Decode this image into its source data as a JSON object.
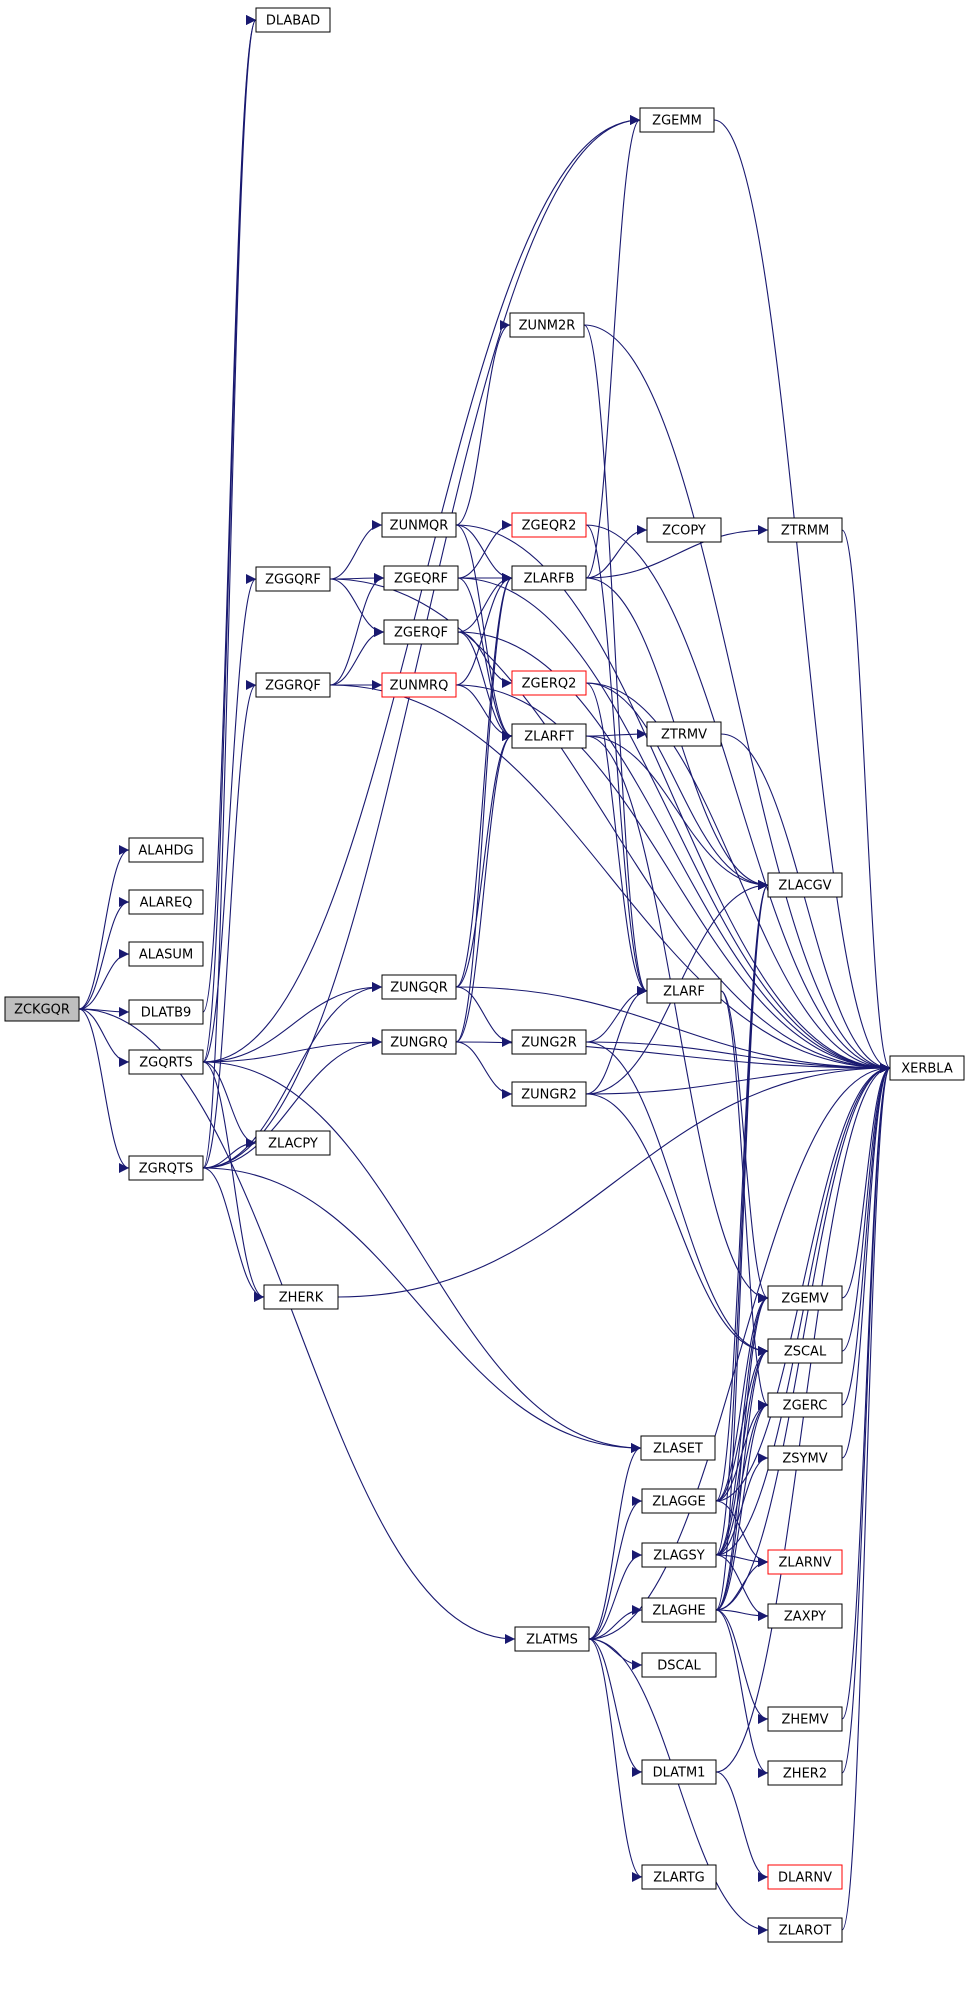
{
  "colors": {
    "edge": "#191970",
    "root_fill": "#bfbfbf",
    "box_border": "#000000",
    "error_border": "#ff0000",
    "background": "#ffffff"
  },
  "nodes": {
    "ZCKGQR": {
      "label": "ZCKGQR",
      "root": true
    },
    "ALAHDG": {
      "label": "ALAHDG"
    },
    "ALAREQ": {
      "label": "ALAREQ"
    },
    "ALASUM": {
      "label": "ALASUM"
    },
    "DLATB9": {
      "label": "DLATB9"
    },
    "ZGQRTS": {
      "label": "ZGQRTS"
    },
    "ZGRQTS": {
      "label": "ZGRQTS"
    },
    "DLABAD": {
      "label": "DLABAD"
    },
    "ZGEMM": {
      "label": "ZGEMM"
    },
    "ZUNM2R": {
      "label": "ZUNM2R"
    },
    "ZUNMQR": {
      "label": "ZUNMQR"
    },
    "ZGEQR2": {
      "label": "ZGEQR2",
      "red": true
    },
    "ZCOPY": {
      "label": "ZCOPY"
    },
    "ZTRMM": {
      "label": "ZTRMM"
    },
    "ZGGQRF": {
      "label": "ZGGQRF"
    },
    "ZGEQRF": {
      "label": "ZGEQRF"
    },
    "ZLARFB": {
      "label": "ZLARFB"
    },
    "ZGERQF": {
      "label": "ZGERQF"
    },
    "ZGGRQF": {
      "label": "ZGGRQF"
    },
    "ZUNMRQ": {
      "label": "ZUNMRQ",
      "red": true
    },
    "ZGERQ2": {
      "label": "ZGERQ2",
      "red": true
    },
    "ZLARFT": {
      "label": "ZLARFT"
    },
    "ZTRMV": {
      "label": "ZTRMV"
    },
    "ZLACGV": {
      "label": "ZLACGV"
    },
    "ZUNGQR": {
      "label": "ZUNGQR"
    },
    "ZLARF": {
      "label": "ZLARF"
    },
    "ZUNGRQ": {
      "label": "ZUNGRQ"
    },
    "ZUNG2R": {
      "label": "ZUNG2R"
    },
    "XERBLA": {
      "label": "XERBLA"
    },
    "ZUNGR2": {
      "label": "ZUNGR2"
    },
    "ZLACPY": {
      "label": "ZLACPY"
    },
    "ZHERK": {
      "label": "ZHERK"
    },
    "ZGEMV": {
      "label": "ZGEMV"
    },
    "ZSCAL": {
      "label": "ZSCAL"
    },
    "ZGERC": {
      "label": "ZGERC"
    },
    "ZLASET": {
      "label": "ZLASET"
    },
    "ZSYMV": {
      "label": "ZSYMV"
    },
    "ZLAGGE": {
      "label": "ZLAGGE"
    },
    "ZLAGSY": {
      "label": "ZLAGSY"
    },
    "ZLARNV": {
      "label": "ZLARNV",
      "red": true
    },
    "ZLAGHE": {
      "label": "ZLAGHE"
    },
    "ZAXPY": {
      "label": "ZAXPY"
    },
    "ZLATMS": {
      "label": "ZLATMS"
    },
    "DSCAL": {
      "label": "DSCAL"
    },
    "ZHEMV": {
      "label": "ZHEMV"
    },
    "ZHER2": {
      "label": "ZHER2"
    },
    "DLATM1": {
      "label": "DLATM1"
    },
    "DLARNV": {
      "label": "DLARNV",
      "red": true
    },
    "ZLARTG": {
      "label": "ZLARTG"
    },
    "ZLAROT": {
      "label": "ZLAROT"
    }
  },
  "edges": [
    [
      "ZCKGQR",
      "ALAHDG"
    ],
    [
      "ZCKGQR",
      "ALAREQ"
    ],
    [
      "ZCKGQR",
      "ALASUM"
    ],
    [
      "ZCKGQR",
      "DLATB9"
    ],
    [
      "ZCKGQR",
      "ZGQRTS"
    ],
    [
      "ZCKGQR",
      "ZGRQTS"
    ],
    [
      "ZCKGQR",
      "ZLATMS"
    ],
    [
      "DLATB9",
      "DLABAD"
    ],
    [
      "ZGQRTS",
      "DLABAD"
    ],
    [
      "ZGQRTS",
      "ZGEMM"
    ],
    [
      "ZGQRTS",
      "ZGGQRF"
    ],
    [
      "ZGQRTS",
      "ZUNGQR"
    ],
    [
      "ZGQRTS",
      "ZUNGRQ"
    ],
    [
      "ZGQRTS",
      "ZLACPY"
    ],
    [
      "ZGQRTS",
      "ZHERK"
    ],
    [
      "ZGQRTS",
      "ZLASET"
    ],
    [
      "ZGRQTS",
      "DLABAD"
    ],
    [
      "ZGRQTS",
      "ZGEMM"
    ],
    [
      "ZGRQTS",
      "ZGGRQF"
    ],
    [
      "ZGRQTS",
      "ZUNGQR"
    ],
    [
      "ZGRQTS",
      "ZUNGRQ"
    ],
    [
      "ZGRQTS",
      "ZLACPY"
    ],
    [
      "ZGRQTS",
      "ZHERK"
    ],
    [
      "ZGRQTS",
      "ZLASET"
    ],
    [
      "ZGGQRF",
      "ZUNMQR"
    ],
    [
      "ZGGQRF",
      "ZGEQRF"
    ],
    [
      "ZGGQRF",
      "ZGERQF"
    ],
    [
      "ZGGQRF",
      "XERBLA"
    ],
    [
      "ZGGRQF",
      "ZGEQRF"
    ],
    [
      "ZGGRQF",
      "ZGERQF"
    ],
    [
      "ZGGRQF",
      "ZUNMRQ"
    ],
    [
      "ZGGRQF",
      "XERBLA"
    ],
    [
      "ZUNMQR",
      "ZUNM2R"
    ],
    [
      "ZUNMQR",
      "ZLARFB"
    ],
    [
      "ZUNMQR",
      "ZLARFT"
    ],
    [
      "ZUNMQR",
      "XERBLA"
    ],
    [
      "ZGEQRF",
      "ZGEQR2"
    ],
    [
      "ZGEQRF",
      "ZLARFB"
    ],
    [
      "ZGEQRF",
      "ZLARFT"
    ],
    [
      "ZGEQRF",
      "XERBLA"
    ],
    [
      "ZGERQF",
      "ZLARFB"
    ],
    [
      "ZGERQF",
      "ZGERQ2"
    ],
    [
      "ZGERQF",
      "ZLARFT"
    ],
    [
      "ZGERQF",
      "XERBLA"
    ],
    [
      "ZUNMRQ",
      "ZLARFB"
    ],
    [
      "ZUNMRQ",
      "ZLARFT"
    ],
    [
      "ZUNMRQ",
      "XERBLA"
    ],
    [
      "ZUNM2R",
      "ZLARF"
    ],
    [
      "ZUNM2R",
      "XERBLA"
    ],
    [
      "ZGEQR2",
      "ZLARF"
    ],
    [
      "ZGEQR2",
      "XERBLA"
    ],
    [
      "ZGERQ2",
      "ZLACGV"
    ],
    [
      "ZGERQ2",
      "ZLARF"
    ],
    [
      "ZGERQ2",
      "XERBLA"
    ],
    [
      "ZLARFB",
      "ZGEMM"
    ],
    [
      "ZLARFB",
      "ZCOPY"
    ],
    [
      "ZLARFB",
      "ZTRMM"
    ],
    [
      "ZLARFB",
      "ZLACGV"
    ],
    [
      "ZLARFT",
      "ZTRMV"
    ],
    [
      "ZLARFT",
      "ZLACGV"
    ],
    [
      "ZLARFT",
      "ZGEMV"
    ],
    [
      "ZTRMM",
      "XERBLA"
    ],
    [
      "ZTRMV",
      "XERBLA"
    ],
    [
      "ZGEMM",
      "XERBLA"
    ],
    [
      "ZUNGQR",
      "ZLARFB"
    ],
    [
      "ZUNGQR",
      "ZLARFT"
    ],
    [
      "ZUNGQR",
      "ZUNG2R"
    ],
    [
      "ZUNGQR",
      "XERBLA"
    ],
    [
      "ZUNGRQ",
      "ZLARFB"
    ],
    [
      "ZUNGRQ",
      "ZLARFT"
    ],
    [
      "ZUNGRQ",
      "ZUNGR2"
    ],
    [
      "ZUNGRQ",
      "XERBLA"
    ],
    [
      "ZUNG2R",
      "ZLARF"
    ],
    [
      "ZUNG2R",
      "ZSCAL"
    ],
    [
      "ZUNG2R",
      "XERBLA"
    ],
    [
      "ZUNGR2",
      "ZLARF"
    ],
    [
      "ZUNGR2",
      "ZLACGV"
    ],
    [
      "ZUNGR2",
      "ZSCAL"
    ],
    [
      "ZUNGR2",
      "XERBLA"
    ],
    [
      "ZLARF",
      "ZGEMV"
    ],
    [
      "ZLARF",
      "ZGERC"
    ],
    [
      "ZHERK",
      "XERBLA"
    ],
    [
      "ZGEMV",
      "XERBLA"
    ],
    [
      "ZSCAL",
      "XERBLA"
    ],
    [
      "ZGERC",
      "XERBLA"
    ],
    [
      "ZSYMV",
      "XERBLA"
    ],
    [
      "ZLATMS",
      "ZLASET"
    ],
    [
      "ZLATMS",
      "ZLAGGE"
    ],
    [
      "ZLATMS",
      "ZLAGSY"
    ],
    [
      "ZLATMS",
      "ZLAGHE"
    ],
    [
      "ZLATMS",
      "DSCAL"
    ],
    [
      "ZLATMS",
      "DLATM1"
    ],
    [
      "ZLATMS",
      "ZLARTG"
    ],
    [
      "ZLATMS",
      "ZLAROT"
    ],
    [
      "ZLATMS",
      "XERBLA"
    ],
    [
      "ZLAGGE",
      "ZLACGV"
    ],
    [
      "ZLAGGE",
      "ZGEMV"
    ],
    [
      "ZLAGGE",
      "ZSCAL"
    ],
    [
      "ZLAGGE",
      "ZGERC"
    ],
    [
      "ZLAGGE",
      "ZLARNV"
    ],
    [
      "ZLAGGE",
      "XERBLA"
    ],
    [
      "ZLAGSY",
      "ZLACGV"
    ],
    [
      "ZLAGSY",
      "ZGEMV"
    ],
    [
      "ZLAGSY",
      "ZSCAL"
    ],
    [
      "ZLAGSY",
      "ZGERC"
    ],
    [
      "ZLAGSY",
      "ZSYMV"
    ],
    [
      "ZLAGSY",
      "ZLARNV"
    ],
    [
      "ZLAGSY",
      "ZAXPY"
    ],
    [
      "ZLAGSY",
      "XERBLA"
    ],
    [
      "ZLAGHE",
      "ZLACGV"
    ],
    [
      "ZLAGHE",
      "ZGEMV"
    ],
    [
      "ZLAGHE",
      "ZSCAL"
    ],
    [
      "ZLAGHE",
      "ZGERC"
    ],
    [
      "ZLAGHE",
      "ZLARNV"
    ],
    [
      "ZLAGHE",
      "ZAXPY"
    ],
    [
      "ZLAGHE",
      "ZHEMV"
    ],
    [
      "ZLAGHE",
      "ZHER2"
    ],
    [
      "ZLAGHE",
      "XERBLA"
    ],
    [
      "ZHEMV",
      "XERBLA"
    ],
    [
      "ZHER2",
      "XERBLA"
    ],
    [
      "DLATM1",
      "DLARNV"
    ],
    [
      "DLATM1",
      "XERBLA"
    ],
    [
      "ZLAROT",
      "XERBLA"
    ]
  ]
}
